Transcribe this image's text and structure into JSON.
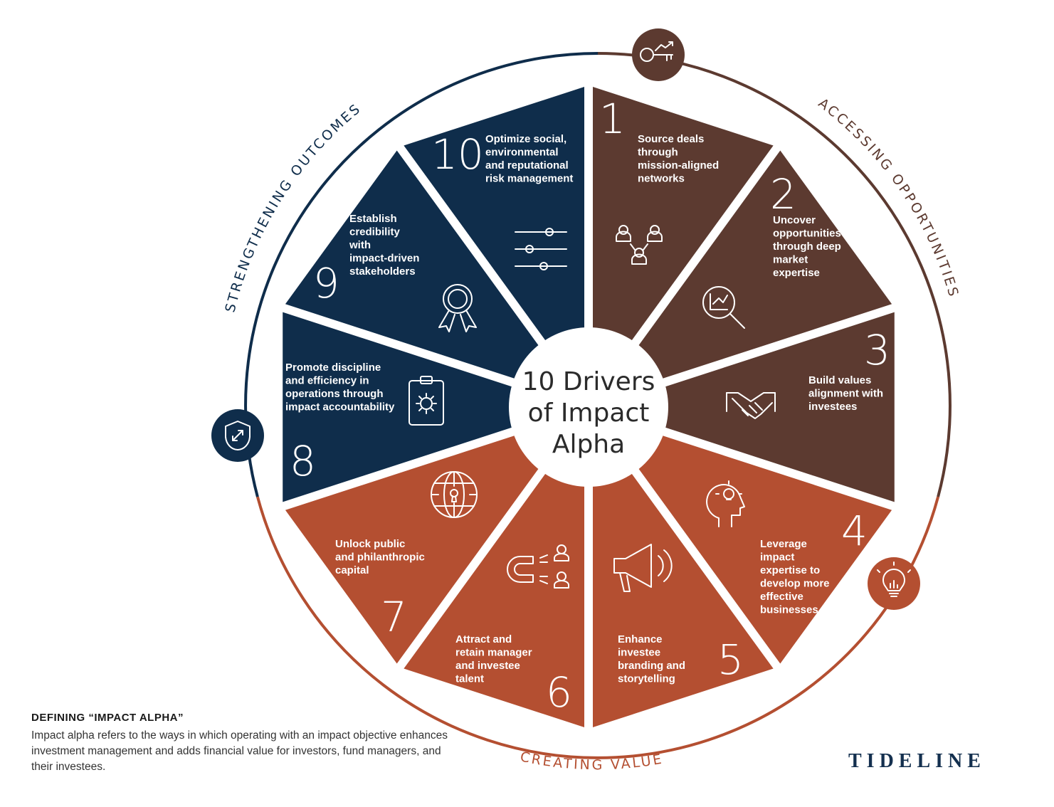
{
  "center_title": [
    "10 Drivers",
    "of Impact",
    "Alpha"
  ],
  "arc_labels": {
    "accessing": "ACCESSING OPPORTUNITIES",
    "creating": "CREATING VALUE",
    "strengthening": "STRENGTHENING OUTCOMES"
  },
  "colors": {
    "accessing": "#5c3a30",
    "creating": "#b44f31",
    "strengthening": "#0f2d4b"
  },
  "segments": [
    {
      "num": "1",
      "lines": [
        "Source deals",
        "through",
        "mission-aligned",
        "networks"
      ],
      "icon": "network-people-icon"
    },
    {
      "num": "2",
      "lines": [
        "Uncover",
        "opportunities",
        "through deep",
        "market",
        "expertise"
      ],
      "icon": "magnifier-chart-icon"
    },
    {
      "num": "3",
      "lines": [
        "Build values",
        "alignment with",
        "investees"
      ],
      "icon": "handshake-icon"
    },
    {
      "num": "4",
      "lines": [
        "Leverage",
        "impact",
        "expertise to",
        "develop more",
        "effective",
        "businesses"
      ],
      "icon": "head-lightbulb-icon"
    },
    {
      "num": "5",
      "lines": [
        "Enhance",
        "investee",
        "branding and",
        "storytelling"
      ],
      "icon": "megaphone-icon"
    },
    {
      "num": "6",
      "lines": [
        "Attract and",
        "retain manager",
        "and investee",
        "talent"
      ],
      "icon": "magnet-people-icon"
    },
    {
      "num": "7",
      "lines": [
        "Unlock public",
        "and philanthropic",
        "capital"
      ],
      "icon": "globe-lock-icon"
    },
    {
      "num": "8",
      "lines": [
        "Promote discipline",
        "and efficiency in",
        "operations through",
        "impact accountability"
      ],
      "icon": "clipboard-gear-icon"
    },
    {
      "num": "9",
      "lines": [
        "Establish",
        "credibility",
        "with",
        "impact-driven",
        "stakeholders"
      ],
      "icon": "ribbon-award-icon"
    },
    {
      "num": "10",
      "lines": [
        "Optimize social,",
        "environmental",
        "and reputational",
        "risk management"
      ],
      "icon": "sliders-icon"
    }
  ],
  "badges": [
    {
      "name": "key-growth-icon",
      "group": "accessing"
    },
    {
      "name": "lightbulb-chart-icon",
      "group": "creating"
    },
    {
      "name": "shield-arrows-icon",
      "group": "strengthening"
    }
  ],
  "definition": {
    "title": "DEFINING “IMPACT ALPHA”",
    "body": "Impact alpha refers to the ways in which operating with an impact objective enhances investment management and adds financial value for investors, fund managers, and their investees."
  },
  "brand": "TIDELINE"
}
